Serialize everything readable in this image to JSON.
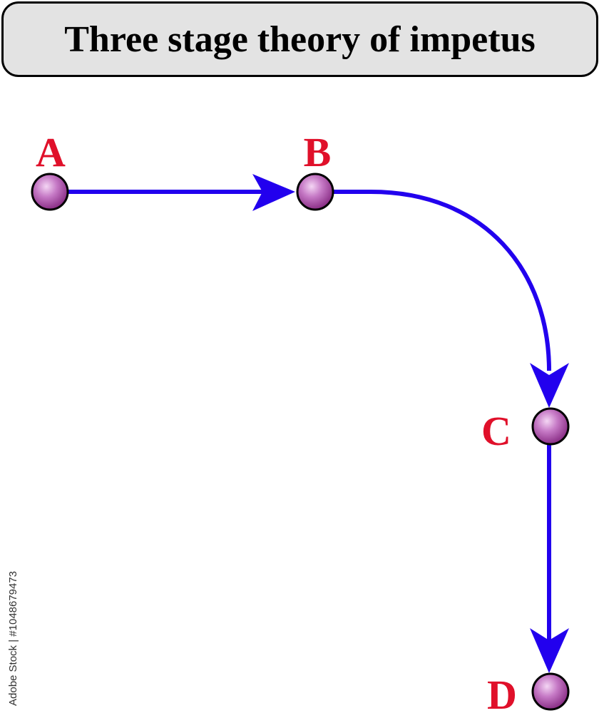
{
  "title": "Three stage theory of impetus",
  "colors": {
    "path": "#2200ee",
    "label": "#e0102a",
    "ball_light": "#f4d6f4",
    "ball_dark": "#8a2e86",
    "title_bg": "#e3e3e3"
  },
  "points": [
    {
      "id": "A",
      "label": "A"
    },
    {
      "id": "B",
      "label": "B"
    },
    {
      "id": "C",
      "label": "C"
    },
    {
      "id": "D",
      "label": "D"
    }
  ],
  "stages": [
    {
      "from": "A",
      "to": "B",
      "shape": "straight"
    },
    {
      "from": "B",
      "to": "C",
      "shape": "curved"
    },
    {
      "from": "C",
      "to": "D",
      "shape": "straight"
    }
  ],
  "watermark": {
    "stock_text": "Adobe Stock | #1048679473"
  }
}
